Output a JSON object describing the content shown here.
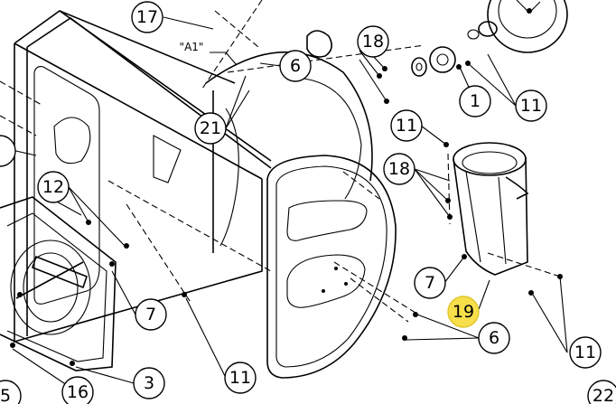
{
  "diagram": {
    "callouts": [
      {
        "id": "c17",
        "label": "17"
      },
      {
        "id": "c18a",
        "label": "18"
      },
      {
        "id": "c6a",
        "label": "6"
      },
      {
        "id": "c1",
        "label": "1"
      },
      {
        "id": "c11a",
        "label": "11"
      },
      {
        "id": "c21",
        "label": "21"
      },
      {
        "id": "c11b",
        "label": "11"
      },
      {
        "id": "c18b",
        "label": "18"
      },
      {
        "id": "c12",
        "label": "12"
      },
      {
        "id": "c7a",
        "label": "7"
      },
      {
        "id": "c7b",
        "label": "7"
      },
      {
        "id": "c19",
        "label": "19"
      },
      {
        "id": "c6b",
        "label": "6"
      },
      {
        "id": "c11c",
        "label": "11"
      },
      {
        "id": "c11d",
        "label": "11"
      },
      {
        "id": "c3",
        "label": "3"
      },
      {
        "id": "c16",
        "label": "16"
      },
      {
        "id": "c5",
        "label": "5"
      },
      {
        "id": "c22",
        "label": "22"
      }
    ],
    "view_note": "\"A1\""
  }
}
